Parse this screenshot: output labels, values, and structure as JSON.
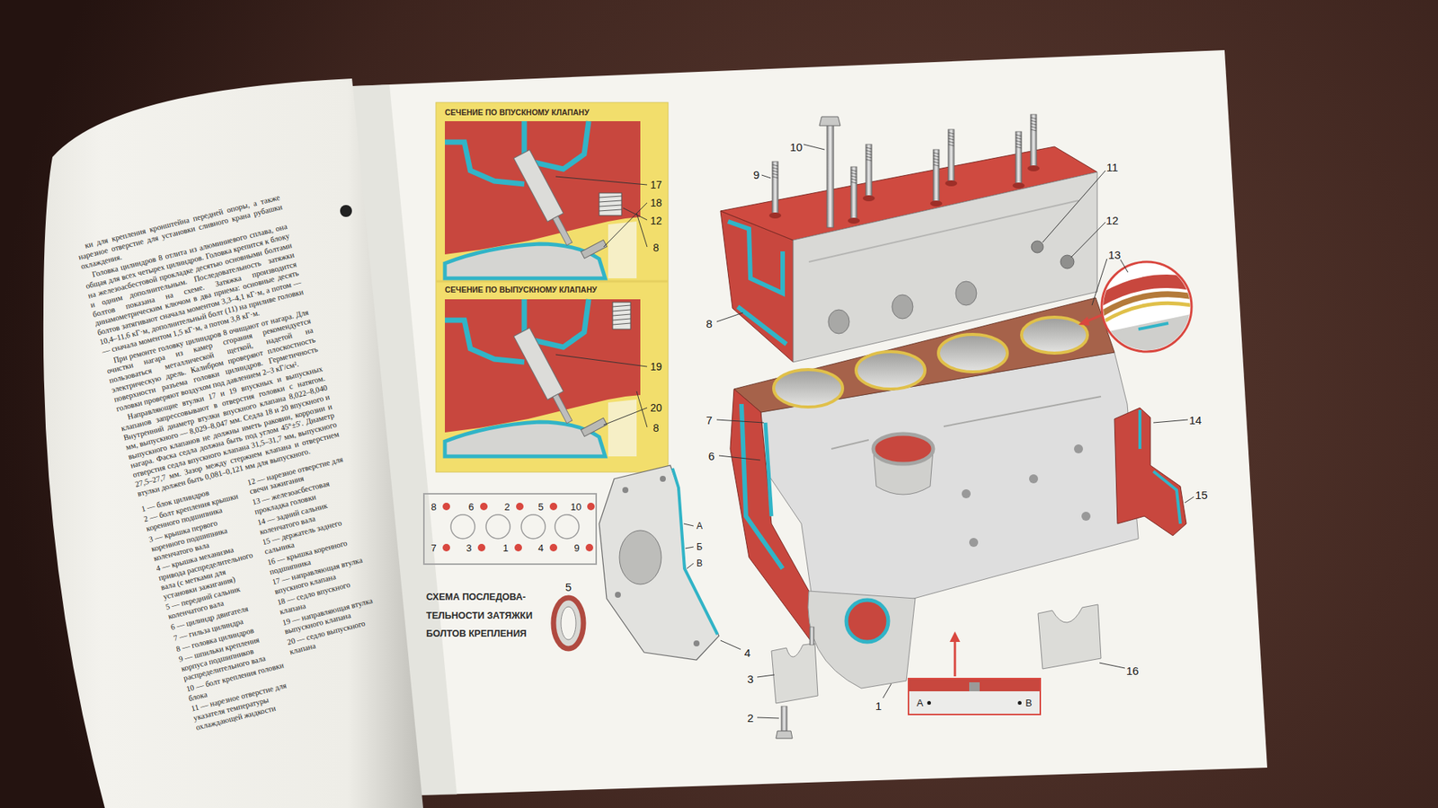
{
  "diagram": {
    "nodes": [
      {
        "text": [
          "СЕЧЕНИЕ ПО ВПУСКНОМУ КЛАПАНУ"
        ]
      },
      {
        "text": [
          "СЕЧЕНИЕ ПО ВЫПУСКНОМУ КЛАПАНУ"
        ]
      },
      {
        "text": [
          "А",
          "В"
        ]
      }
    ],
    "labels": [
      "10",
      "9",
      "11",
      "12",
      "13",
      "8",
      "7",
      "6",
      "14",
      "15",
      "5",
      "4",
      "3",
      "2",
      "1",
      "16",
      "17",
      "18",
      "12",
      "8",
      "19",
      "20",
      "8",
      "А",
      "Б",
      "В",
      "8",
      "6",
      "2",
      "5",
      "10",
      "7",
      "3",
      "1",
      "4",
      "9",
      "СХЕМА ПОСЛЕДОВА-",
      "ТЕЛЬНОСТИ ЗАТЯЖКИ",
      "БОЛТОВ КРЕПЛЕНИЯ",
      "ки для крепления кронштейна передней опоры, а также нарезное отверстие для установки сливного крана рубашки охлаждения.",
      "Головка цилиндров 8 отлита из алюминиевого сплава, она общая для всех четырех цилиндров. Головка крепится к блоку на железоасбестовой прокладке десятью основными болтами и одним дополнительным. Последовательность затяжки болтов показана на схеме. Затяжка производится динамометрическим ключом в два приема: основные десять болтов затягивают сначала моментом 3,3–4,1 кГ·м, а потом — 10,4–11,6 кГ·м, дополнительный болт (11) на приливе головки — сначала моментом 1,5 кГ·м, а потом 3,8 кГ·м.",
      "При ремонте головку цилиндров 8 очищают от нагара. Для очистки нагара из камер сгорания рекомендуется пользоваться металлической щеткой, надетой на электрическую дрель. Калибром проверяют плоскостность поверхности разъема головки цилиндров. Герметичность головки проверяют воздухом под давлением 2–3 кГ/см².",
      "Направляющие втулки 17 и 19 впускных и выпускных клапанов запрессовывают в отверстия головки с натягом. Внутренний диаметр втулки впускного клапана 8,022–8,040 мм, выпускного — 8,029–8,047 мм. Седла 18 и 20 впускного и выпускного клапанов не должны иметь раковин, коррозии и нагара. Фаска седла должна быть под углом 45°±5′. Диаметр отверстия седла впускного клапана 31,5–31,7 мм, выпускного 27,5–27,7 мм. Зазор между стержнем клапана и отверстием втулки должен быть 0,081–0,121 мм для выпускного.",
      "1 — блок цилиндров",
      "2 — болт крепления крышки коренного подшипника",
      "3 — крышка первого коренного подшипника коленчатого вала",
      "4 — крышка механизма привода распределительного вала (с метками для установки зажигания)",
      "5 — передний сальник коленчатого вала",
      "6 — цилиндр двигателя",
      "7 — гильза цилиндра",
      "8 — головка цилиндров",
      "9 — шпильки крепления корпуса подшипников распределительного вала",
      "10 — болт крепления головки блока",
      "11 — нарезное отверстие для указателя температуры охлаждающей жидкости",
      "12 — нарезное отверстие для свечи зажигания",
      "13 — железоасбестовая прокладка головки",
      "14 — задний сальник коленчатого вала",
      "15 — держатель заднего сальника",
      "16 — крышка коренного подшипника",
      "17 — направляющая втулка впускного клапана",
      "18 — седло впускного клапана",
      "19 — направляющая втулка выпускного клапана",
      "20 — седло выпускного клапана"
    ]
  }
}
